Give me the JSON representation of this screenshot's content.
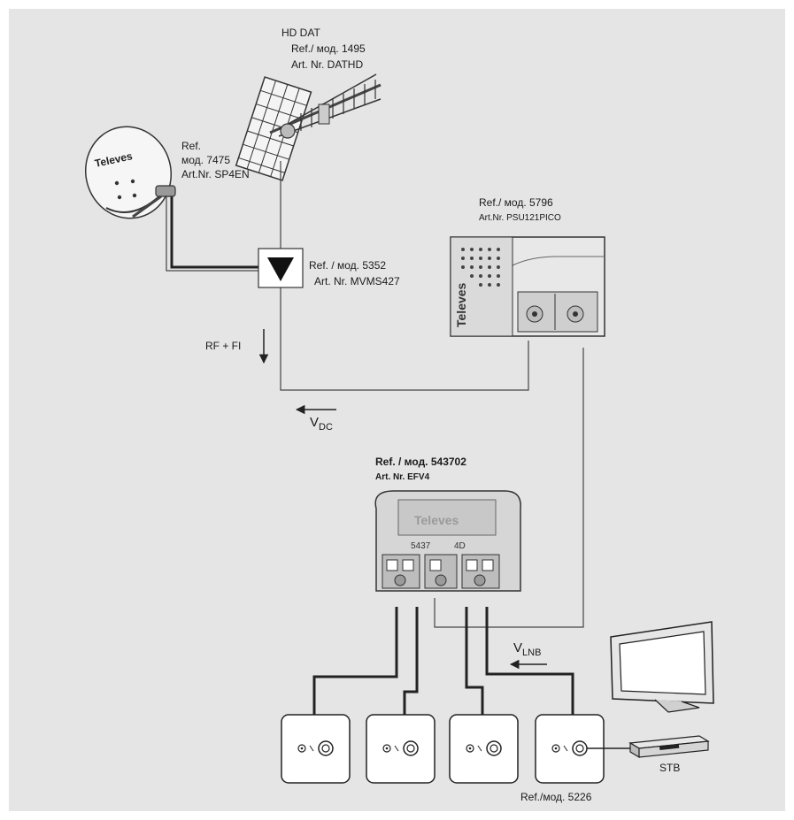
{
  "colors": {
    "background": "#e5e5e5",
    "frame": "#ffffff",
    "cable": "#222222",
    "thin_wire": "#555555",
    "device_body": "#dcdcdc",
    "device_dark": "#9a9a9a",
    "outlet_fill": "#ffffff"
  },
  "antenna": {
    "name": "HD DAT",
    "ref": "Ref./ мод. 1495",
    "art": "Art. Nr. DATHD"
  },
  "dish": {
    "ref": "Ref.",
    "mod": "мод. 7475",
    "art": "Art.Nr. SP4EN",
    "brand": "Televes"
  },
  "multiswitch": {
    "ref": "Ref. / мод. 5352",
    "art": "Art. Nr. MVMS427"
  },
  "psu": {
    "ref": "Ref./ мод. 5796",
    "art": "Art.Nr. PSU121PICO",
    "brand": "Televes"
  },
  "signal": {
    "rf_label": "RF + FI",
    "vdc_main": "V",
    "vdc_sub": "DC",
    "vlnb_main": "V",
    "vlnb_sub": "LNB"
  },
  "splitter": {
    "ref": "Ref. / мод. 543702",
    "art": "Art. Nr. EFV4",
    "brand": "Televes",
    "model_print": "5437",
    "ports_print": "4D"
  },
  "outlets": {
    "ref": "Ref./мод. 5226",
    "items": [
      {
        "id": "outlet-1"
      },
      {
        "id": "outlet-2"
      },
      {
        "id": "outlet-3"
      },
      {
        "id": "outlet-4"
      }
    ]
  },
  "stb": {
    "label": "STB"
  }
}
